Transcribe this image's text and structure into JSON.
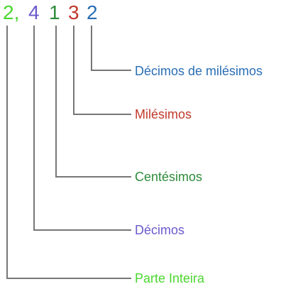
{
  "number": {
    "digits": [
      {
        "text": "2,",
        "color": "#4cd630"
      },
      {
        "text": "4",
        "color": "#6a5acd"
      },
      {
        "text": "1",
        "color": "#2e8b3a"
      },
      {
        "text": "3",
        "color": "#c0392b"
      },
      {
        "text": "2",
        "color": "#2a6eb5"
      }
    ]
  },
  "labels": [
    {
      "text": "Décimos de milésimos",
      "color": "#2a6eb5"
    },
    {
      "text": "Milésimos",
      "color": "#c0392b"
    },
    {
      "text": "Centésimos",
      "color": "#2e8b3a"
    },
    {
      "text": "Décimos",
      "color": "#6a5acd"
    },
    {
      "text": "Parte Inteira",
      "color": "#4cd630"
    }
  ],
  "leader_color": "#777777"
}
